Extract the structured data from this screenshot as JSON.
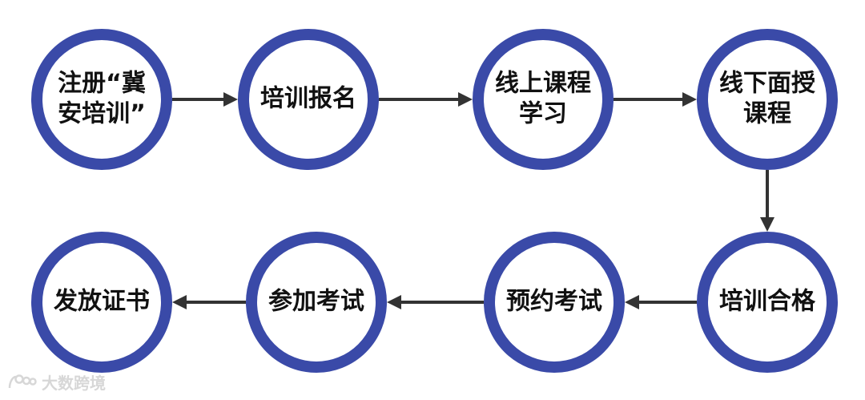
{
  "steps": [
    {
      "id": "s1",
      "lines": [
        "注册“冀",
        "安培训”"
      ]
    },
    {
      "id": "s2",
      "lines": [
        "培训报名"
      ]
    },
    {
      "id": "s3",
      "lines": [
        "线上课程",
        "学习"
      ]
    },
    {
      "id": "s4",
      "lines": [
        "线下面授",
        "课程"
      ]
    },
    {
      "id": "s5",
      "lines": [
        "培训合格"
      ]
    },
    {
      "id": "s6",
      "lines": [
        "预约考试"
      ]
    },
    {
      "id": "s7",
      "lines": [
        "参加考试"
      ]
    },
    {
      "id": "s8",
      "lines": [
        "发放证书"
      ]
    }
  ],
  "connections": [
    {
      "from": "s1",
      "to": "s2"
    },
    {
      "from": "s2",
      "to": "s3"
    },
    {
      "from": "s3",
      "to": "s4"
    },
    {
      "from": "s4",
      "to": "s5"
    },
    {
      "from": "s5",
      "to": "s6"
    },
    {
      "from": "s6",
      "to": "s7"
    },
    {
      "from": "s7",
      "to": "s8"
    }
  ],
  "colors": {
    "ring": "#3a4aa8",
    "arrow": "#333333",
    "text": "#111111",
    "watermark": "#d7d7d7"
  },
  "watermark": {
    "text": "大数跨境",
    "icon": "ducklings-logo-icon"
  }
}
